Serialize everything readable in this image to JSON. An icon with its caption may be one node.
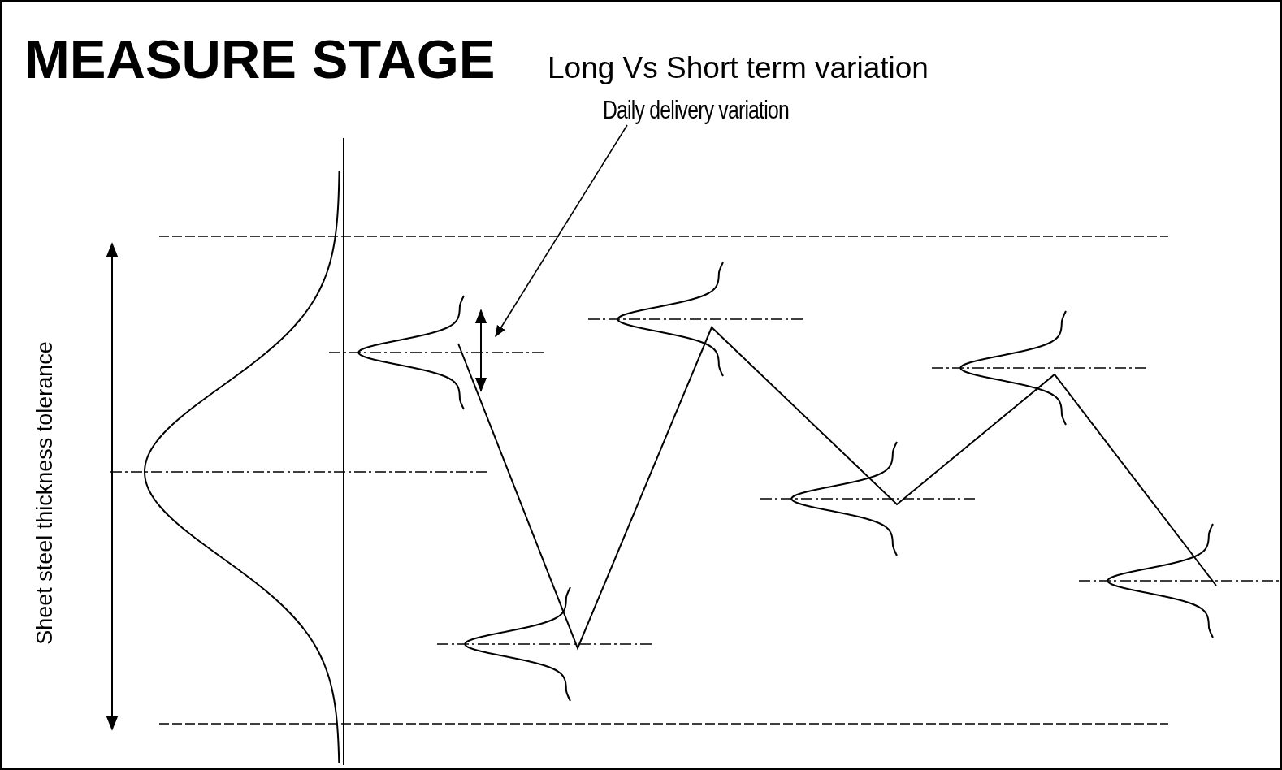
{
  "diagram": {
    "title": "MEASURE STAGE",
    "nodes": [
      {
        "text": [
          "Daily delivery variation"
        ]
      },
      {
        "text": [],
        "shape": "arrow"
      }
    ],
    "edges": [
      {
        "from": 0,
        "to": 1,
        "arrow": "to"
      }
    ],
    "labels": [
      "Long Vs Short term variation",
      "Sheet steel thickness tolerance"
    ]
  }
}
